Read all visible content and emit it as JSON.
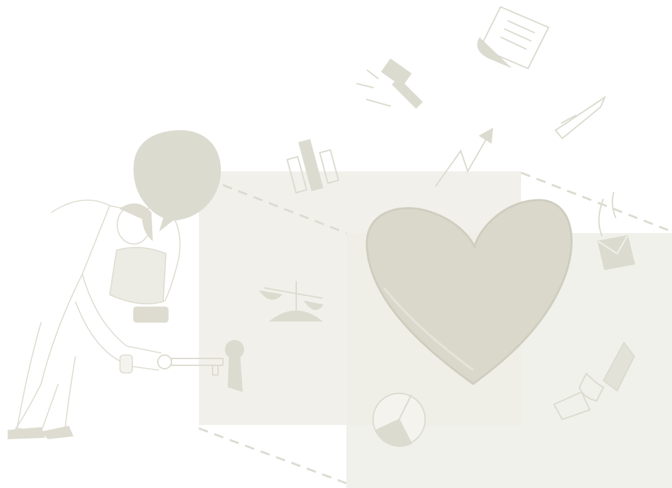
{
  "illustration": {
    "kind": "decorative-line-art",
    "palette": {
      "background": "#ffffff",
      "box_face": "#f1f0ea",
      "box_side": "#ecebe4",
      "stroke": "#dedcd1",
      "fill": "#dcdbd0",
      "heart": "#d6d4c6"
    },
    "elements": [
      "person-with-key",
      "speech-bubble",
      "box",
      "heart",
      "keyhole",
      "key",
      "scale-of-justice",
      "bar-chart",
      "trend-arrow",
      "gavel",
      "scroll",
      "pen",
      "envelope",
      "pie-chart",
      "hand-with-certificate"
    ]
  }
}
